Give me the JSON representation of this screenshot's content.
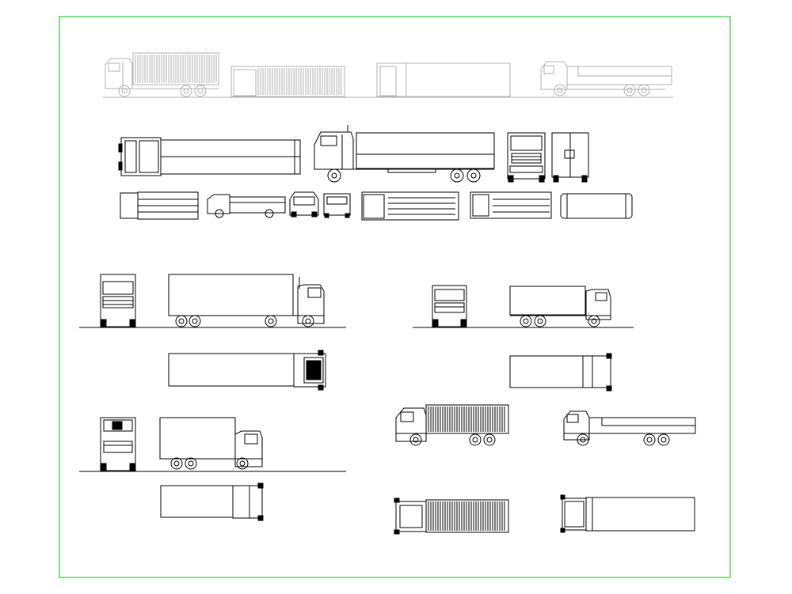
{
  "drawing": {
    "border_color": "#33cc33",
    "line_color": "#000000",
    "faded_line_color": "#b0b0b0",
    "background": "#ffffff"
  },
  "views": [
    "truck-side-container",
    "container-trailer-side",
    "box-trailer-side",
    "dump-truck-side",
    "truck-plan-tanker",
    "truck-side-box",
    "truck-front",
    "truck-rear",
    "small-plan-vehicles",
    "semi-trailer-elevation",
    "dump-truck-elevation",
    "rigid-truck-elevation",
    "container-truck-side",
    "flatbed-truck-side",
    "container-truck-plan",
    "flatbed-truck-plan"
  ]
}
